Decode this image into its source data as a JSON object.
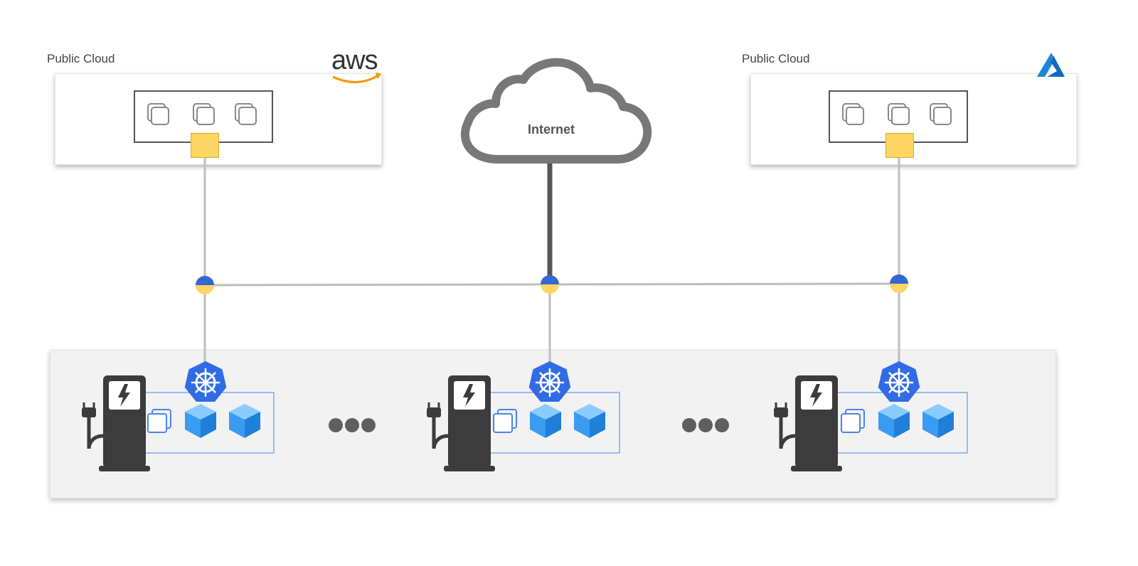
{
  "left_cloud": {
    "label": "Public Cloud",
    "provider_logo_text": "aws",
    "provider_icon": "aws-logo-icon"
  },
  "right_cloud": {
    "label": "Public Cloud",
    "provider_icon": "azure-logo-icon"
  },
  "internet": {
    "label": "Internet",
    "icon": "cloud-icon"
  },
  "colors": {
    "connector_yellow": "#fdd663",
    "node_blue": "#3367d6",
    "kubernetes_blue": "#326ce5",
    "container_blue": "#2e8ff0",
    "link_gray": "#bdbdbd",
    "internet_link": "#555555",
    "azure_blue": "#1f86d6",
    "aws_orange": "#f79400"
  },
  "edge_sites": [
    {
      "icons": [
        "ev-charger-icon",
        "kubernetes-icon",
        "vm-icon",
        "container-icon",
        "container-icon"
      ]
    },
    {
      "icons": [
        "ev-charger-icon",
        "kubernetes-icon",
        "vm-icon",
        "container-icon",
        "container-icon"
      ]
    },
    {
      "icons": [
        "ev-charger-icon",
        "kubernetes-icon",
        "vm-icon",
        "container-icon",
        "container-icon"
      ]
    }
  ],
  "ellipsis_icon": "more-horizontal-icon"
}
